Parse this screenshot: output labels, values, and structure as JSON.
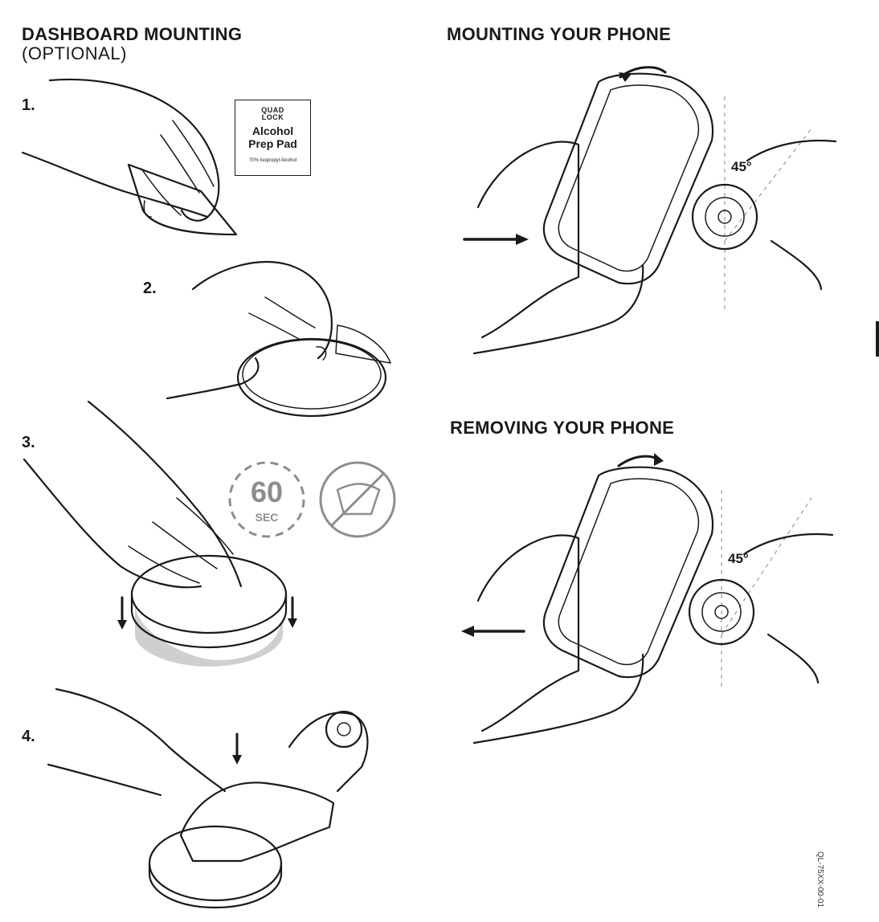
{
  "left": {
    "title": "DASHBOARD MOUNTING",
    "subtitle": "(OPTIONAL)",
    "steps": [
      {
        "number": "1."
      },
      {
        "number": "2."
      },
      {
        "number": "3."
      },
      {
        "number": "4."
      }
    ],
    "prep_pad": {
      "brand_line1": "QUAD",
      "brand_line2": "LOCK",
      "title_line1": "Alcohol",
      "title_line2": "Prep Pad",
      "fine_print": "70% Isopropyl Alcohol"
    },
    "timer": {
      "value": "60",
      "unit": "SEC"
    }
  },
  "right": {
    "mount_title": "MOUNTING YOUR PHONE",
    "remove_title": "REMOVING YOUR PHONE",
    "mount_angle": "45°",
    "remove_angle": "45°"
  },
  "document_code": "QL-75XX-00-01",
  "colors": {
    "ink": "#1a1a1a",
    "grey_accent": "#8d8d8d"
  },
  "icons": [
    "no-windshield-icon",
    "timer-icon",
    "arrow-right-icon",
    "arrow-left-icon",
    "arrow-down-icon",
    "rotate-arrow-icon"
  ]
}
